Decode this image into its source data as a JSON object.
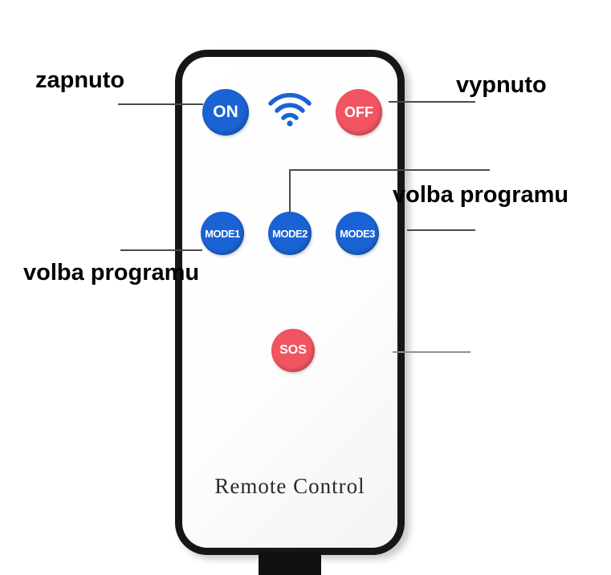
{
  "diagram": {
    "labels": {
      "zapnuto": "zapnuto",
      "vypnuto": "vypnuto",
      "volba_programu_right": "volba programu",
      "volba_programu_left": "volba programu"
    },
    "remote": {
      "buttons": {
        "on": "ON",
        "off": "OFF",
        "mode1": "MODE1",
        "mode2": "MODE2",
        "mode3": "MODE3",
        "sos": "SOS"
      },
      "brand_label": "Remote Control"
    },
    "icons": {
      "wifi": "wifi-icon"
    },
    "colors": {
      "button_blue": "#1a63d4",
      "button_red": "#f15562",
      "body_border": "#161616",
      "callout_line": "#4a4a4a"
    }
  }
}
